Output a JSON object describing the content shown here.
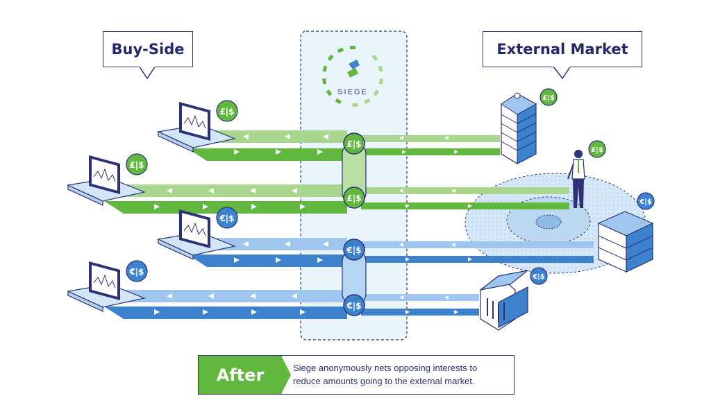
{
  "callouts": {
    "buy_side": "Buy-Side",
    "external_market": "External Market"
  },
  "logo": {
    "name": "SIEGE"
  },
  "currency_badges": {
    "pound_dollar": "£|$",
    "euro_dollar": "€|$"
  },
  "footer": {
    "label": "After",
    "text_line1": "Siege anonymously nets opposing interests to",
    "text_line2": "reduce amounts going to the external market."
  },
  "colors": {
    "green": "#62b73f",
    "green_light": "#a8d68f",
    "blue": "#3c82cc",
    "blue_light": "#9ec6ee",
    "navy": "#2c3275",
    "panel": "#e9f4fb"
  },
  "icons": [
    "monitor-icon",
    "office-building-icon",
    "person-icon",
    "server-stack-icon",
    "bank-icon",
    "siege-logo-icon"
  ]
}
